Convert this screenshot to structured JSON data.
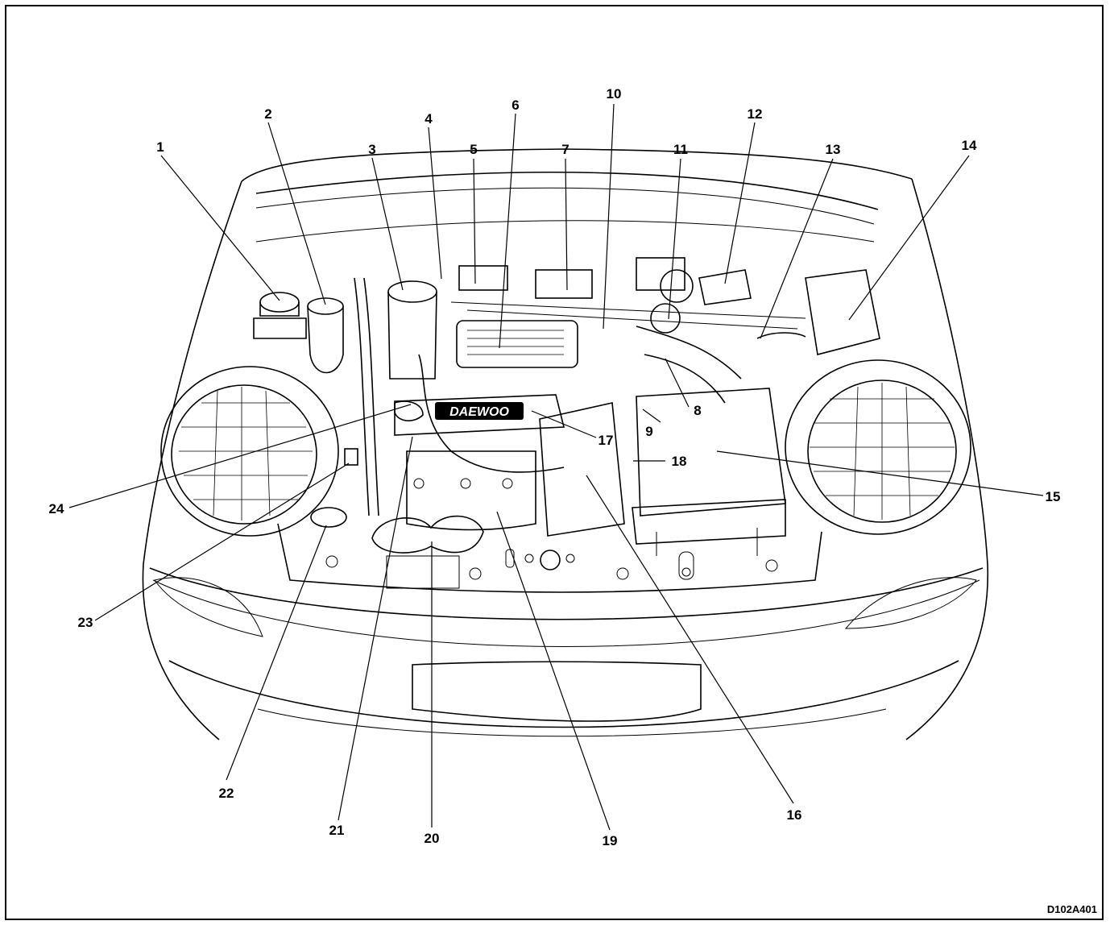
{
  "diagram": {
    "figure_code": "D102A401",
    "brand_badge": "DAEWOO",
    "callouts": [
      "1",
      "2",
      "3",
      "4",
      "5",
      "6",
      "7",
      "8",
      "9",
      "10",
      "11",
      "12",
      "13",
      "14",
      "15",
      "16",
      "17",
      "18",
      "19",
      "20",
      "21",
      "22",
      "23",
      "24"
    ]
  }
}
